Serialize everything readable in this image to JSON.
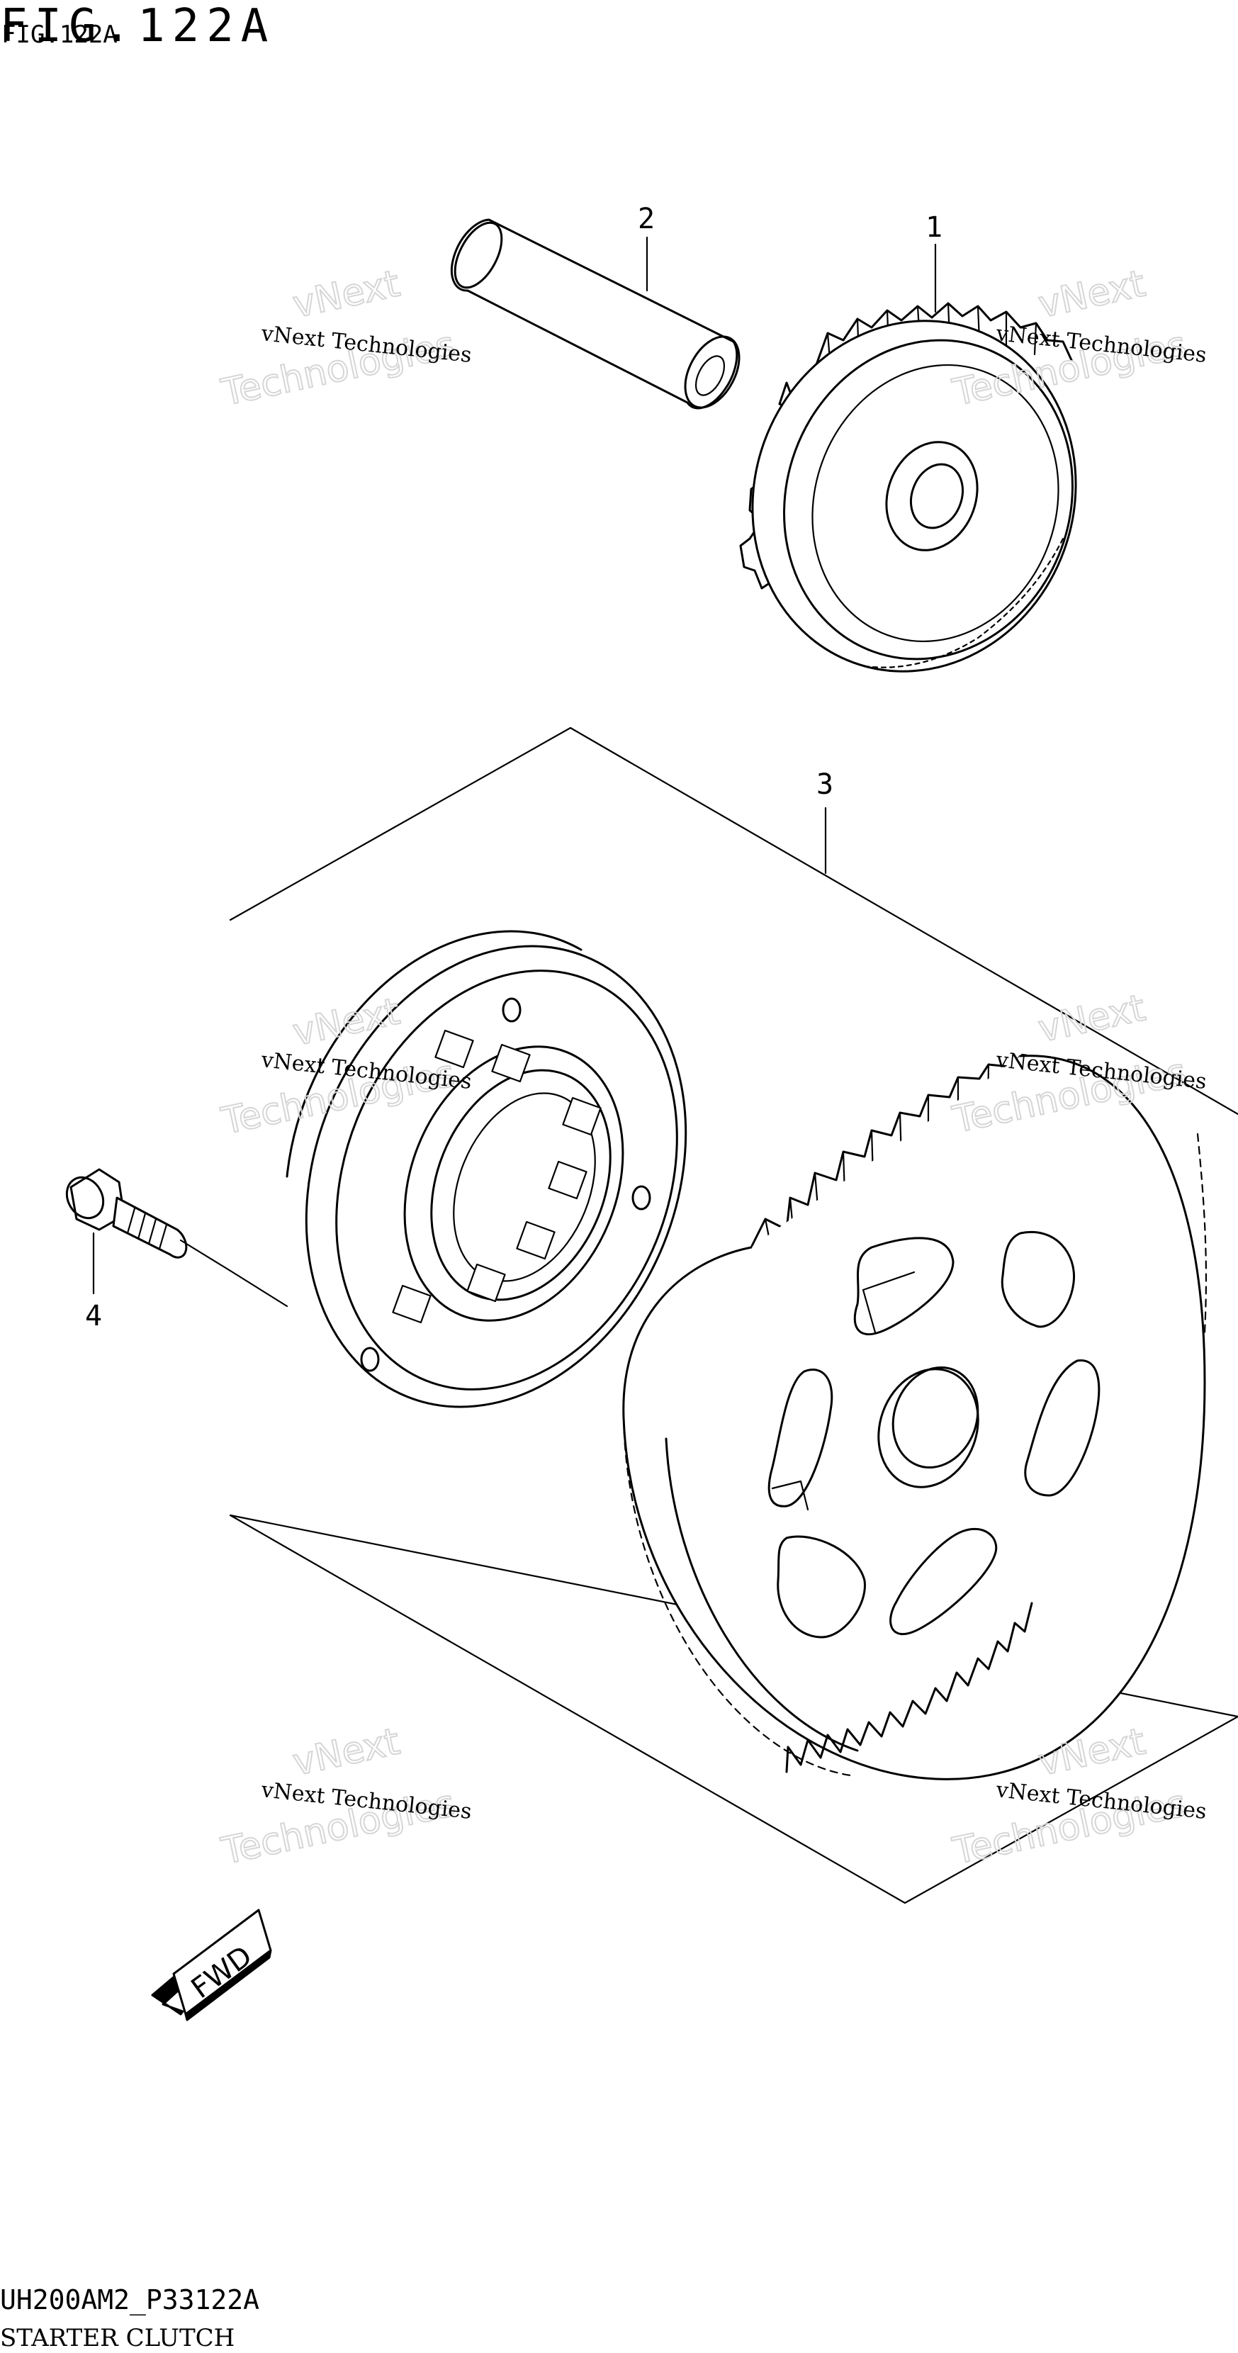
{
  "header": {
    "fig_label_large": "FIG.122A",
    "fig_label_small": "FIG.122A"
  },
  "callouts": [
    {
      "id": "1",
      "label": "1"
    },
    {
      "id": "2",
      "label": "2"
    },
    {
      "id": "3",
      "label": "3"
    },
    {
      "id": "4",
      "label": "4"
    }
  ],
  "watermark": {
    "line1": "vNext Technologies",
    "line2": "vNext",
    "line3": "Technologies"
  },
  "direction_badge": {
    "text": "FWD",
    "icon": "fwd-arrow-icon"
  },
  "footer": {
    "code": "UH200AM2_P33122A",
    "title": "STARTER CLUTCH"
  }
}
